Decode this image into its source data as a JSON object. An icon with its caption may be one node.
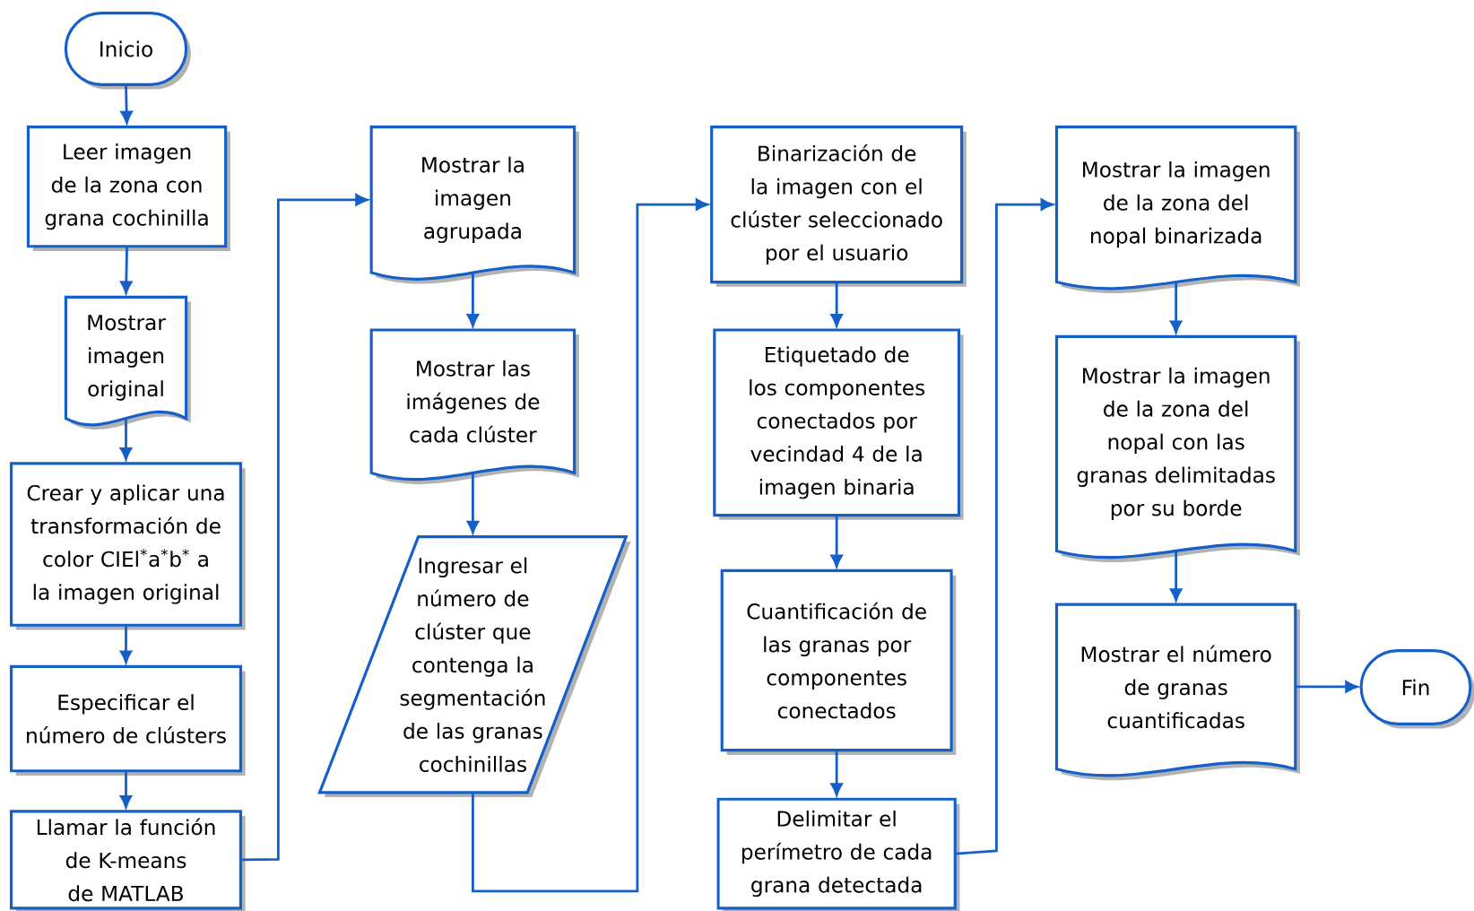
{
  "diagram": {
    "nodes": [
      {
        "text": [
          "Inicio"
        ]
      },
      {
        "text": [
          "Leer imagen de la zona con grana cochinilla"
        ]
      },
      {
        "text": [
          "Mostrar imagen original"
        ]
      },
      {
        "text": [
          "Crear y aplicar una transformación de color CIEl$^{*}$a$^{*}$b$^{*}$ a la imagen original"
        ]
      },
      {
        "text": [
          "Especificar el número de clústers"
        ]
      },
      {
        "text": [
          "Llamar la función de K-means de MATLAB"
        ]
      },
      {
        "text": [
          "Mostrar la imagen agrupada"
        ]
      },
      {
        "text": [
          "Mostrar las imágenes de cada clúster"
        ]
      },
      {
        "text": [
          "Ingresar el número de clúster que contenga la segmentación de las granas cochinillas"
        ]
      },
      {
        "text": [
          "Binarización de la imagen con el clúster seleccionado por el usuario"
        ]
      },
      {
        "text": [
          "Etiquetado de los componentes conectados por vecindad 4 de la imagen binaria"
        ]
      },
      {
        "text": [
          "Cuantificación de las granas por componentes conectados"
        ]
      },
      {
        "text": [
          "Delimitar el perímetro de cada grana detectada"
        ]
      },
      {
        "text": [
          "Mostrar la imagen de la zona del nopal binarizada"
        ]
      },
      {
        "text": [
          "Mostrar la imagen de la zona del nopal con las granas delimitadas por su borde"
        ]
      },
      {
        "text": [
          "Mostrar el número de granas cuantificadas"
        ]
      },
      {
        "text": [
          "Fin"
        ]
      }
    ],
    "edges": [
      {
        "from": 0,
        "to": 1,
        "arrow": "to"
      },
      {
        "from": 1,
        "to": 2,
        "arrow": "to"
      },
      {
        "from": 2,
        "to": 3,
        "arrow": "to"
      },
      {
        "from": 3,
        "to": 4,
        "arrow": "to"
      },
      {
        "from": 4,
        "to": 5,
        "arrow": "to"
      },
      {
        "from": 5,
        "to": 6,
        "arrow": "to"
      },
      {
        "from": 6,
        "to": 7,
        "arrow": "to"
      },
      {
        "from": 7,
        "to": 8,
        "arrow": "to"
      },
      {
        "from": 8,
        "to": 9,
        "arrow": "to"
      },
      {
        "from": 9,
        "to": 10,
        "arrow": "to"
      },
      {
        "from": 10,
        "to": 11,
        "arrow": "to"
      },
      {
        "from": 11,
        "to": 12,
        "arrow": "to"
      },
      {
        "from": 12,
        "to": 13,
        "arrow": "to"
      },
      {
        "from": 13,
        "to": 14,
        "arrow": "to"
      },
      {
        "from": 14,
        "to": 15,
        "arrow": "to"
      },
      {
        "from": 15,
        "to": 16,
        "arrow": "to"
      }
    ]
  }
}
